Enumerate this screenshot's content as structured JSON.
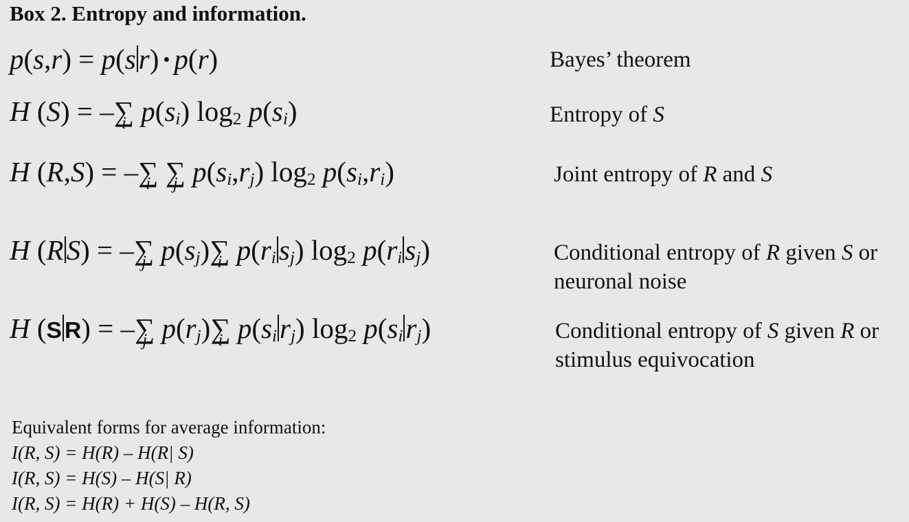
{
  "title": "Box 2. Entropy and information.",
  "equations": [
    {
      "lhs": "p(s,r) = p(s|r) · p(r)",
      "label": "Bayes’ theorem"
    },
    {
      "lhs": "H (S) = –∑ p(sᵢ) log₂ p(sᵢ)",
      "label": "Entropy of S"
    },
    {
      "lhs": "H (R,S) = –∑∑ p(sᵢ,rⱼ) log₂ p(sᵢ,rᵢ)",
      "label": "Joint entropy of R and S"
    },
    {
      "lhs": "H (R|S) = –∑ p(sⱼ)∑ p(rᵢ|sⱼ) log₂ p(rᵢ|sⱼ)",
      "label_line1": "Conditional entropy of R given S or",
      "label_line2": "neuronal noise"
    },
    {
      "lhs": "H (S|R) = –∑ p(rⱼ)∑ p(sᵢ|rⱼ) log₂ p(sᵢ|rⱼ)",
      "label_line1": "Conditional entropy of S given R or",
      "label_line2": "stimulus equivocation"
    }
  ],
  "forms": {
    "heading": "Equivalent forms for average information:",
    "lines": [
      "I(R, S) = H(R) – H(R| S)",
      "I(R, S) = H(S) – H(S| R)",
      "I(R, S) = H(R) + H(S) – H(R, S)"
    ]
  }
}
